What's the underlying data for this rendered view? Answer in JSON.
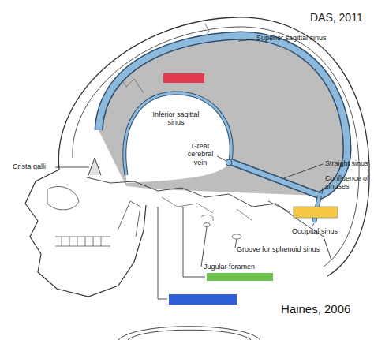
{
  "diagram": {
    "labels": [
      "DAS, 2011",
      "Superior sagittal sinus",
      "Inferior sagittal sinus",
      "Great cerebral vein",
      "Crista galli",
      "Straight sinus",
      "Confluence of sinuses",
      "Occipital sinus",
      "Groove for sphenoid sinus",
      "Jugular foramen",
      "Haines, 2006"
    ]
  }
}
